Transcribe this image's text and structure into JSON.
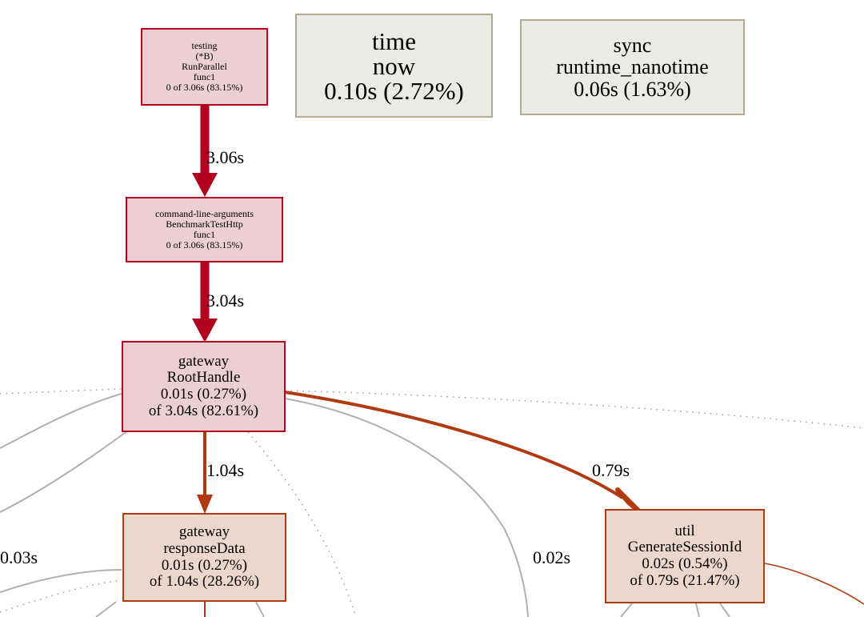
{
  "nodes": {
    "run_parallel": {
      "lines": [
        "testing",
        "(*B)",
        "RunParallel",
        "func1",
        "0 of 3.06s (83.15%)"
      ]
    },
    "time_now": {
      "lines": [
        "time",
        "now",
        "0.10s (2.72%)"
      ]
    },
    "sync_runtime": {
      "lines": [
        "sync",
        "runtime_nanotime",
        "0.06s (1.63%)"
      ]
    },
    "benchmark": {
      "lines": [
        "command-line-arguments",
        "BenchmarkTestHttp",
        "func1",
        "0 of 3.06s (83.15%)"
      ]
    },
    "root_handle": {
      "lines": [
        "gateway",
        "RootHandle",
        "0.01s (0.27%)",
        "of 3.04s (82.61%)"
      ]
    },
    "response_data": {
      "lines": [
        "gateway",
        "responseData",
        "0.01s (0.27%)",
        "of 1.04s (28.26%)"
      ]
    },
    "generate_session": {
      "lines": [
        "util",
        "GenerateSessionId",
        "0.02s (0.54%)",
        "of 0.79s (21.47%)"
      ]
    }
  },
  "edges": {
    "e1_label": "3.06s",
    "e2_label": "3.04s",
    "e3_label": "1.04s",
    "e4_label": "0.79s",
    "left_label": "0.03s",
    "mid_label": "0.02s"
  },
  "colors": {
    "hot": "#b2001f",
    "hot_fill": "#ebcfd2",
    "warm": "#b23a10",
    "warm_fill": "#ecd7cc",
    "neutral_border": "#b2ac8f",
    "neutral_fill": "#eaeae6",
    "edge_gray": "#b0b0b0"
  }
}
